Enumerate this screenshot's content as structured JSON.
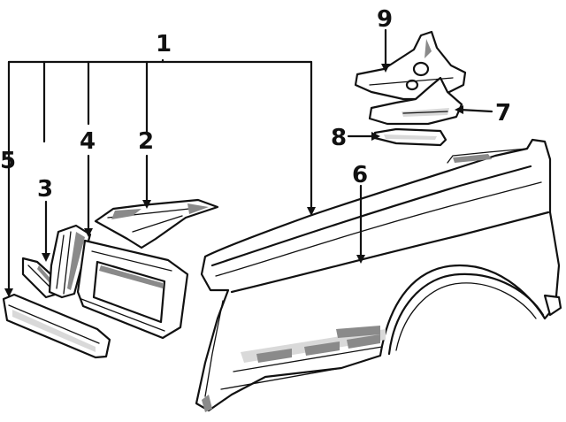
{
  "callouts": [
    {
      "id": "1",
      "label": "1"
    },
    {
      "id": "2",
      "label": "2"
    },
    {
      "id": "3",
      "label": "3"
    },
    {
      "id": "4",
      "label": "4"
    },
    {
      "id": "5",
      "label": "5"
    },
    {
      "id": "6",
      "label": "6"
    },
    {
      "id": "7",
      "label": "7"
    },
    {
      "id": "8",
      "label": "8"
    },
    {
      "id": "9",
      "label": "9"
    }
  ],
  "colors": {
    "line": "#111111",
    "shade": "#8a8a8a",
    "background": "#ffffff"
  }
}
